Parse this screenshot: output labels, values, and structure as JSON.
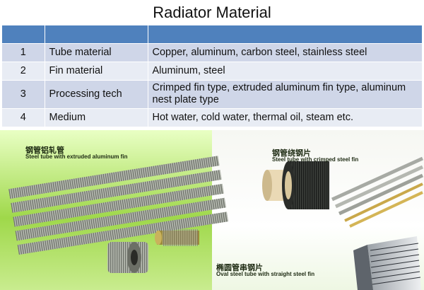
{
  "title": "Radiator Material",
  "table": {
    "header": [
      "",
      "",
      ""
    ],
    "rows": [
      {
        "num": "1",
        "name": "Tube material",
        "value": "Copper, aluminum, carbon steel, stainless steel"
      },
      {
        "num": "2",
        "name": "Fin material",
        "value": "Aluminum, steel"
      },
      {
        "num": "3",
        "name": "Processing tech",
        "value": "Crimped fin type, extruded aluminum fin type, aluminum nest plate type"
      },
      {
        "num": "4",
        "name": "Medium",
        "value": "Hot water, cold water, thermal oil, steam etc."
      }
    ]
  },
  "photos": {
    "extruded": {
      "cn": "钢管铝轧管",
      "en": "Steel tube with extruded aluminum fin"
    },
    "crimped": {
      "cn": "钢管绕钢片",
      "en": "Steel tube with crimped steel fin"
    },
    "oval": {
      "cn": "椭圆管串钢片",
      "en": "Oval steel tube with straight steel fin"
    }
  },
  "colors": {
    "header_blue": "#4f81bd",
    "row_odd": "#cfd6e8",
    "row_even": "#e8ecf4"
  }
}
